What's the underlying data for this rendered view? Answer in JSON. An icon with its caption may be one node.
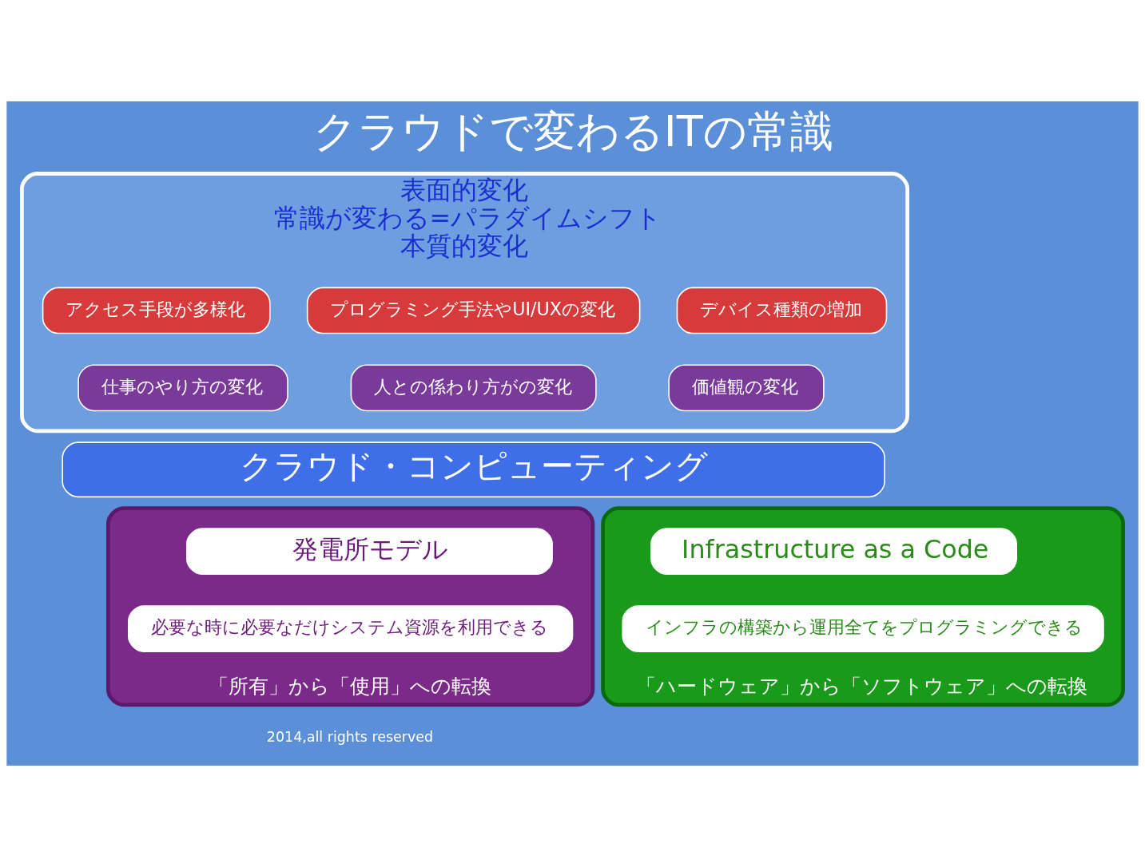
{
  "diagram": {
    "title": "クラウドで変わるITの常識",
    "nodes": [
      {
        "text": [
          "表面的変化",
          "常識が変わる=パラダイムシフト",
          "本質的変化"
        ]
      },
      {
        "text": [
          "デバイス種類の増加"
        ],
        "in": 0
      },
      {
        "text": [
          "プログラミング手法やUI/UXの変化"
        ],
        "in": 0
      },
      {
        "text": [
          "アクセス手段が多様化"
        ],
        "in": 0
      },
      {
        "text": [
          "価値観の変化"
        ],
        "in": 0
      },
      {
        "text": [
          "人との係わり方がの変化"
        ],
        "in": 0
      },
      {
        "text": [
          "仕事のやり方の変化"
        ],
        "in": 0
      },
      {
        "text": [
          "クラウド・コンピューティング"
        ]
      },
      {
        "text": [
          "「所有」から「使用」への転換"
        ]
      },
      {
        "text": [
          "発電所モデル"
        ],
        "in": 8
      },
      {
        "text": [
          "必要な時に必要なだけシステム資源を利用できる"
        ],
        "in": 8
      },
      {
        "text": [
          "「ハードウェア」から「ソフトウェア」への転換"
        ]
      },
      {
        "text": [
          "Infrastructure as a Code"
        ],
        "in": 11
      },
      {
        "text": [
          "インフラの構築から運用全てをプログラミングできる"
        ],
        "in": 11
      }
    ],
    "labels": [
      "2014,all rights reserved"
    ]
  }
}
